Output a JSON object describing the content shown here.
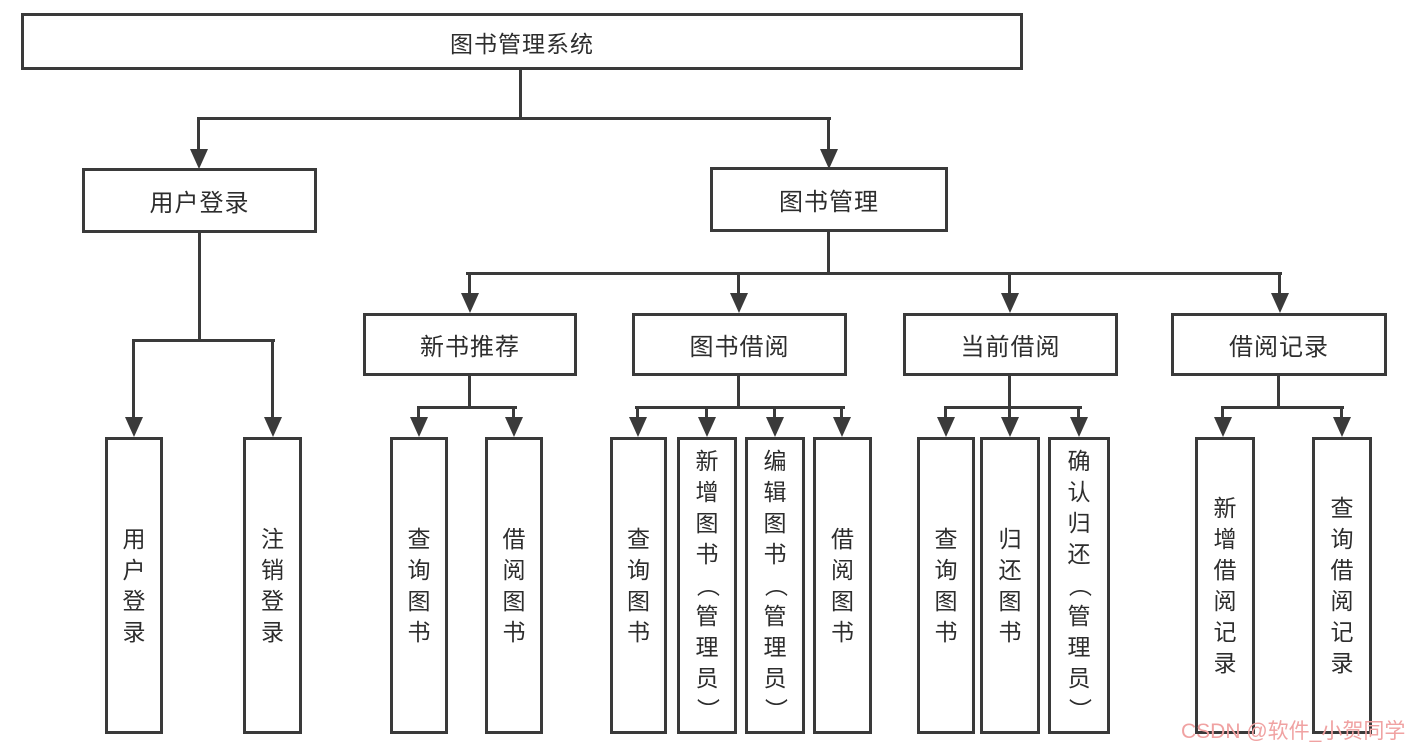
{
  "diagram": {
    "root": {
      "label": "图书管理系统"
    },
    "level2": [
      {
        "label": "用户登录"
      },
      {
        "label": "图书管理"
      }
    ],
    "level3": [
      {
        "label": "新书推荐"
      },
      {
        "label": "图书借阅"
      },
      {
        "label": "当前借阅"
      },
      {
        "label": "借阅记录"
      }
    ],
    "leaves": [
      {
        "label": "用户登录"
      },
      {
        "label": "注销登录"
      },
      {
        "label": "查询图书"
      },
      {
        "label": "借阅图书"
      },
      {
        "label": "查询图书"
      },
      {
        "label": "新增图书（管理员）"
      },
      {
        "label": "编辑图书（管理员）"
      },
      {
        "label": "借阅图书"
      },
      {
        "label": "查询图书"
      },
      {
        "label": "归还图书"
      },
      {
        "label": "确认归还（管理员）"
      },
      {
        "label": "新增借阅记录"
      },
      {
        "label": "查询借阅记录"
      }
    ],
    "watermark": "CSDN @软件_小贺同学",
    "colors": {
      "line": "#3a3a3a",
      "text": "#2d2d2d",
      "watermark": "#f0a2a2",
      "background": "#ffffff"
    }
  }
}
